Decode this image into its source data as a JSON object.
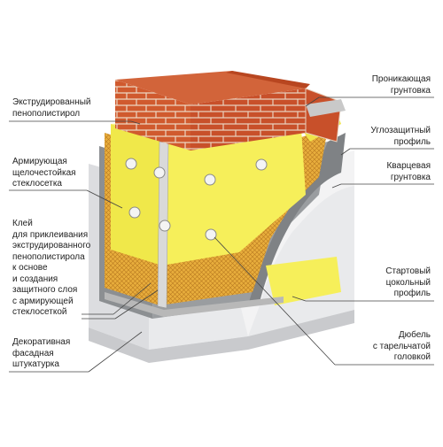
{
  "labels": {
    "left": {
      "extruded_polystyrene": "Экструдированный\nпенополистирол",
      "reinforcing_mesh": "Армирующая\nщелочестойкая\nстеклосетка",
      "adhesive": "Клей\nдля приклеивания\nэкструдированного\nпенополистирола\nк основе\nи создания\nзащитного слоя\nс армирующей\nстеклосеткой",
      "decorative_plaster": "Декоративная\nфасадная\nштукатурка"
    },
    "right": {
      "penetrating_primer": "Проникающая\nгрунтовка",
      "corner_profile": "Углозащитный\nпрофиль",
      "quartz_primer": "Кварцевая\nгрунтовка",
      "starter_profile": "Стартовый\nцокольный\nпрофиль",
      "dowel": "Дюбель\nс тарельчатой\nголовкой"
    }
  },
  "colors": {
    "brick": "#c8502a",
    "mortar": "#e8d8c8",
    "foam": "#f2ea4a",
    "mesh": "#e6a93a",
    "adhesive": "#8f9294",
    "plaster": "#e3e4e6",
    "leader": "#444444"
  }
}
